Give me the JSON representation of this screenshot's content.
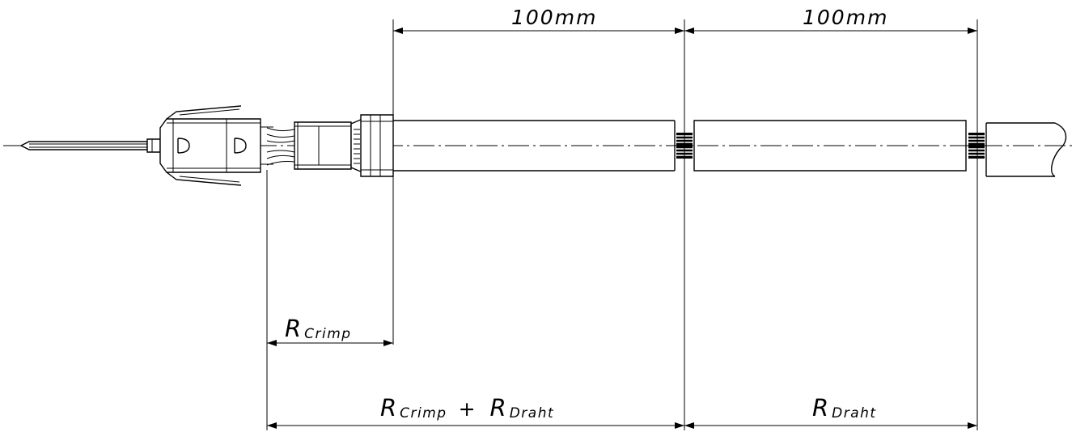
{
  "dimensions": {
    "top_left": "100mm",
    "top_right": "100mm"
  },
  "labels": {
    "r_crimp": {
      "symbol": "R",
      "subscript": "Crimp"
    },
    "r_crimp_plus_r_draht": {
      "first": {
        "symbol": "R",
        "subscript": "Crimp"
      },
      "operator": "+",
      "second": {
        "symbol": "R",
        "subscript": "Draht"
      }
    },
    "r_draht": {
      "symbol": "R",
      "subscript": "Draht"
    }
  }
}
